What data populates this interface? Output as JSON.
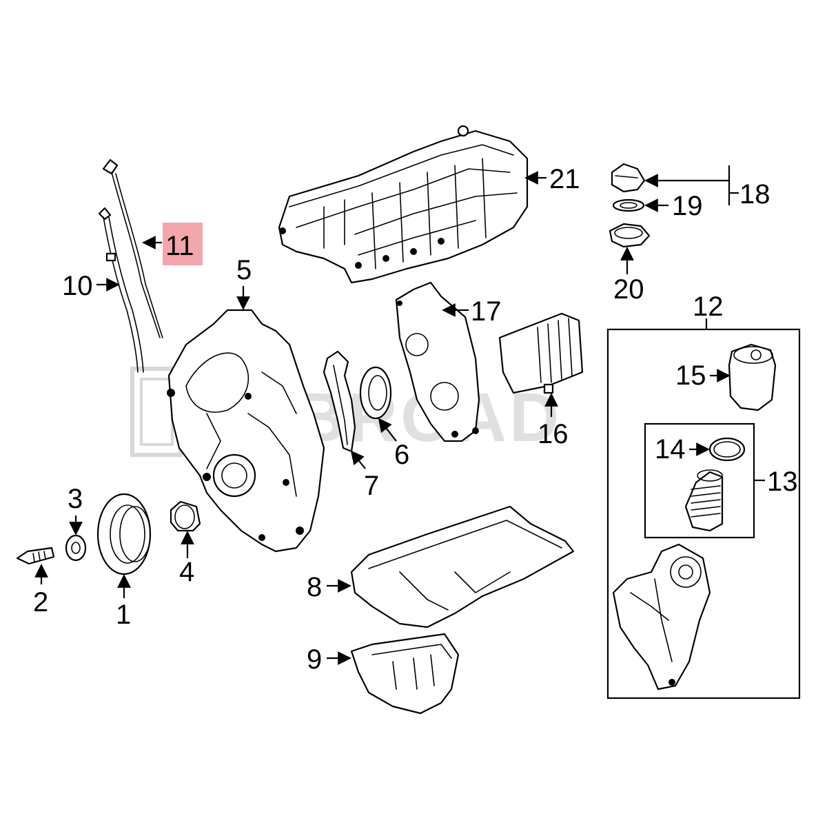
{
  "watermark": {
    "text": "SINBROAD"
  },
  "highlight": {
    "callout": "11",
    "color": "#f4a6ad"
  },
  "callouts": {
    "c1": "1",
    "c2": "2",
    "c3": "3",
    "c4": "4",
    "c5": "5",
    "c6": "6",
    "c7": "7",
    "c8": "8",
    "c9": "9",
    "c10": "10",
    "c11": "11",
    "c12": "12",
    "c13": "13",
    "c14": "14",
    "c15": "15",
    "c16": "16",
    "c17": "17",
    "c18": "18",
    "c19": "19",
    "c20": "20",
    "c21": "21"
  }
}
